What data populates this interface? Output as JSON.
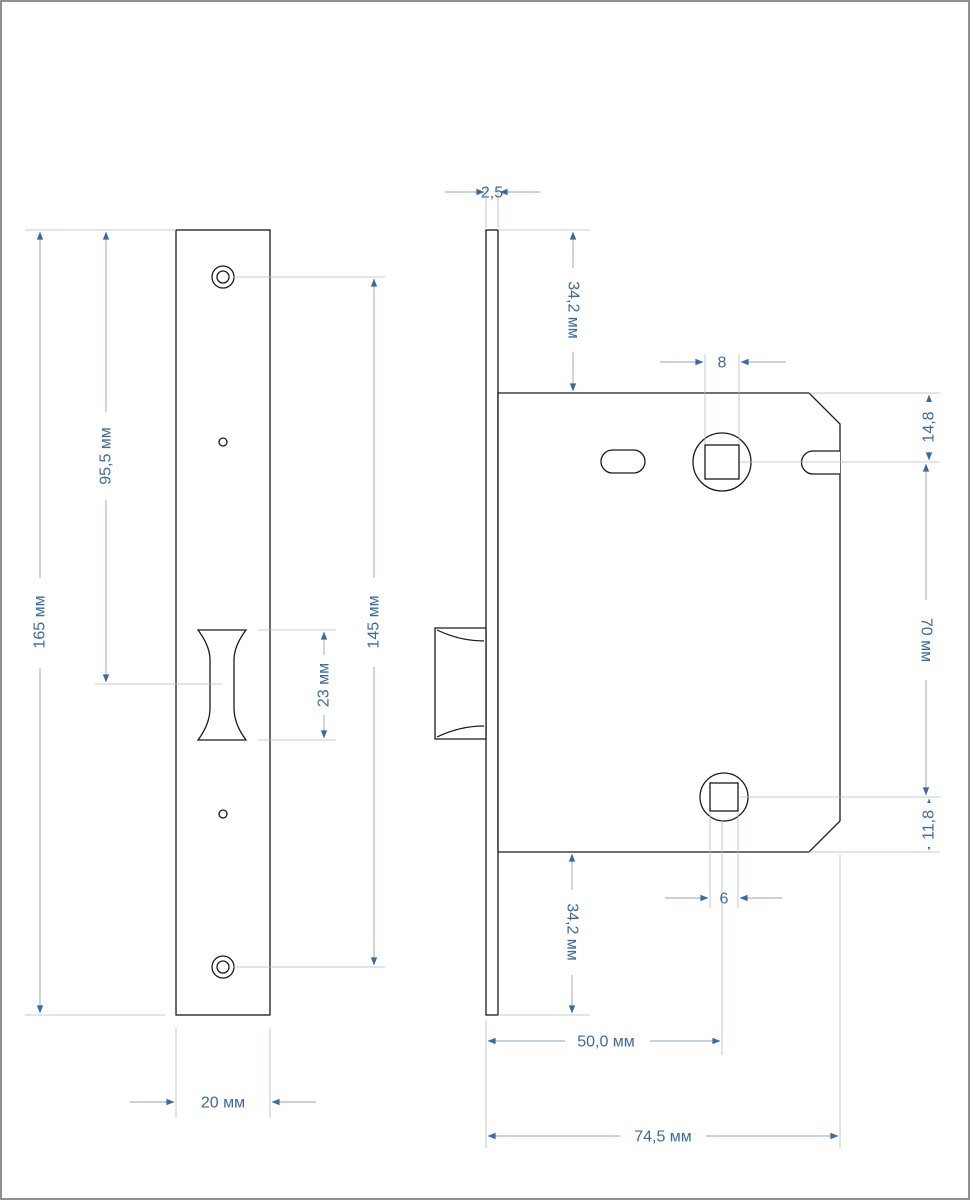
{
  "diagram": {
    "colors": {
      "part_stroke": "#1a1a1a",
      "dimension_text": "#3d6a9c",
      "dimension_arrow": "#3d6a9c",
      "dimension_line": "#8fa4bd",
      "extension_line": "#b3bcc9",
      "frame": "#6b6b6b"
    },
    "dimensions": {
      "overall_height": "165 мм",
      "latch_from_top": "95,5 мм",
      "screw_spacing": "145 мм",
      "latch_height": "23 мм",
      "faceplate_width": "20 мм",
      "faceplate_thickness": "2,5",
      "top_offset": "34,2 мм",
      "bottom_offset": "34,2 мм",
      "spindle_square": "8",
      "key_square": "6",
      "spindle_from_top": "14,8",
      "spindle_to_key": "70 мм",
      "key_from_bottom": "11,8",
      "backset": "50,0 мм",
      "body_depth": "74,5 мм"
    }
  }
}
